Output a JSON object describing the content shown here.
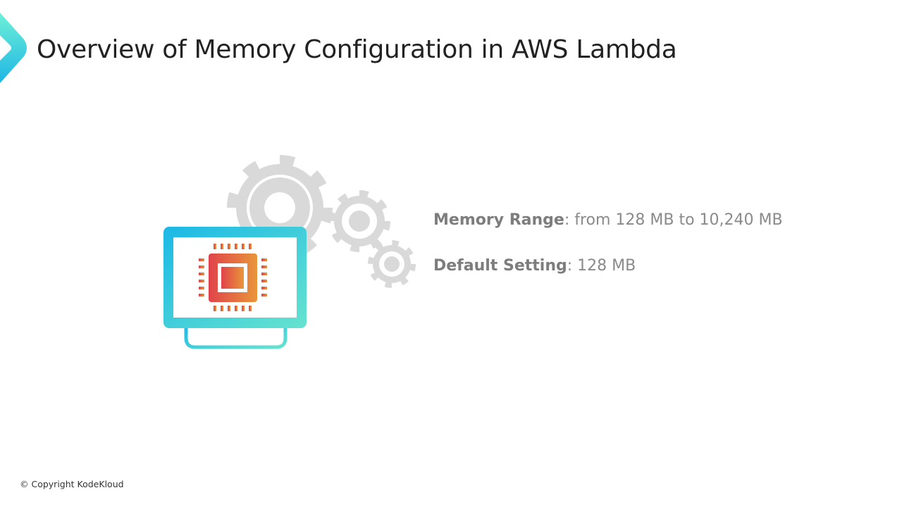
{
  "slide": {
    "title": "Overview of Memory Configuration in AWS Lambda",
    "points": [
      {
        "label": "Memory Range",
        "text": ": from 128 MB to 10,240 MB"
      },
      {
        "label": "Default Setting",
        "text": ": 128 MB"
      }
    ],
    "footer": "© Copyright KodeKloud"
  },
  "colors": {
    "accent_start": "#5ee7d4",
    "accent_end": "#1bb8e6",
    "gear": "#d9d9d9",
    "chip_start": "#e0434a",
    "chip_end": "#e8963a"
  }
}
